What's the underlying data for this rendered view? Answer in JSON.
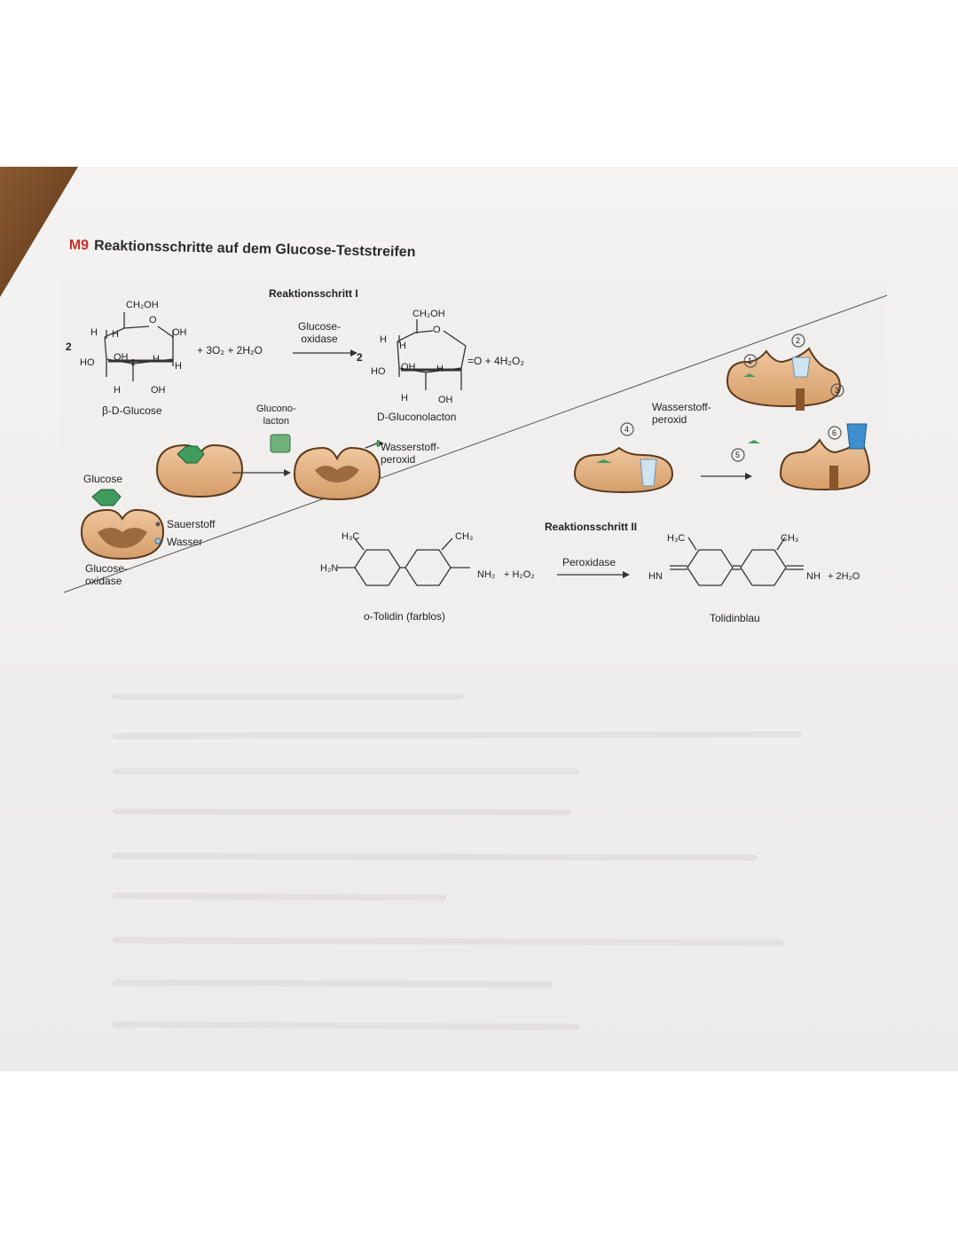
{
  "figure": {
    "number": "M9",
    "title": "Reaktionsschritte auf dem Glucose-Teststreifen",
    "step1": {
      "label": "Reaktionsschritt I",
      "enzyme": "Glucose-\noxidase",
      "coefficient": "2",
      "coefficient_product": "2",
      "reactants": "+ 3O₂ + 2H₂O",
      "products_extra": "=O + 4H₂O₂",
      "substrate_name": "β-D-Glucose",
      "product_name": "D-Gluconolacton",
      "atoms_left": {
        "ch2oh": "CH₂OH",
        "o": "O",
        "h1": "H",
        "h2": "H",
        "oh1": "OH",
        "ho": "HO",
        "oh2": "OH",
        "h3": "H",
        "h4": "H",
        "h5": "H",
        "oh3": "OH"
      },
      "atoms_right": {
        "ch2oh": "CH₂OH",
        "o": "O",
        "h1": "H",
        "h2": "H",
        "ho": "HO",
        "oh1": "OH",
        "h3": "H",
        "h4": "H",
        "oh2": "OH"
      }
    },
    "cartoon_left": {
      "glucose": "Glucose",
      "enzyme": "Glucose-\noxidase",
      "legend_oxygen": "Sauerstoff",
      "legend_water": "Wasser",
      "gluconolacton": "Glucono-\nlacton",
      "peroxide": "Wasserstoff-\nperoxid"
    },
    "step2": {
      "label": "Reaktionsschritt II",
      "enzyme": "Peroxidase",
      "reactant_name": "o-Tolidin (farblos)",
      "product_name": "Tolidinblau",
      "peroxide": "Wasserstoff-\nperoxid",
      "reactant_groups": {
        "ch3_left": "H₃C",
        "ch3_right": "CH₃",
        "nh2_left": "H₂N",
        "nh2_right": "NH₂"
      },
      "reactants_extra": "+ H₂O₂",
      "product_groups": {
        "ch3_left": "H₃C",
        "ch3_right": "CH₃",
        "hn": "HN",
        "nh": "NH"
      },
      "products_extra": "+ 2H₂O",
      "steps": [
        "1",
        "2",
        "3",
        "4",
        "5",
        "6"
      ]
    },
    "colors": {
      "enzyme": "#e7b98c",
      "enzyme_outline": "#5c3a1e",
      "glucose": "#3f9b5e",
      "peroxide": "#9ec8e0",
      "tolidinblau": "#3f8fd0",
      "accent_number": "#c4322b"
    }
  }
}
